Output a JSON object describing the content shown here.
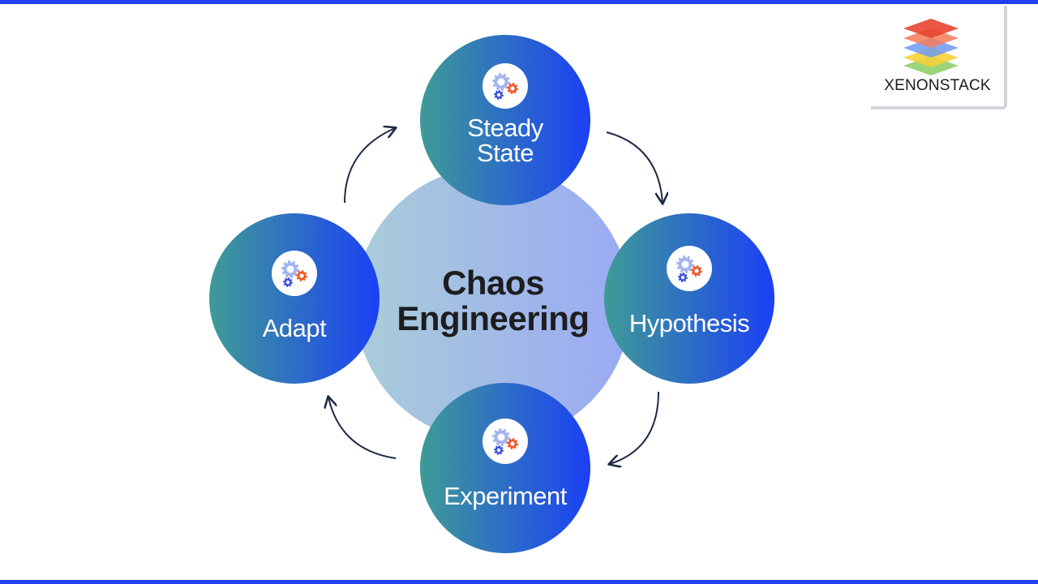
{
  "diagram": {
    "center": {
      "title": "Chaos Engineering"
    },
    "nodes": [
      {
        "id": "steady-state",
        "label": "Steady State",
        "icon": "gears-icon"
      },
      {
        "id": "hypothesis",
        "label": "Hypothesis",
        "icon": "gears-icon"
      },
      {
        "id": "experiment",
        "label": "Experiment",
        "icon": "gears-icon"
      },
      {
        "id": "adapt",
        "label": "Adapt",
        "icon": "gears-icon"
      }
    ],
    "flow": [
      "steady-state",
      "hypothesis",
      "experiment",
      "adapt",
      "steady-state"
    ]
  },
  "logo": {
    "text": "XENONSTACK",
    "icon": "stacked-layers-icon"
  },
  "colors": {
    "frame_bar": "#1f3ff0",
    "node_start": "#3f9b96",
    "node_end": "#1b40f5",
    "center_start": "#a9cdd8",
    "center_end": "#9aa9f4",
    "arrow": "#1f2a44",
    "gear_large": "#a4b4ee",
    "gear_blue": "#3b4fe0",
    "gear_orange": "#f05a28"
  }
}
